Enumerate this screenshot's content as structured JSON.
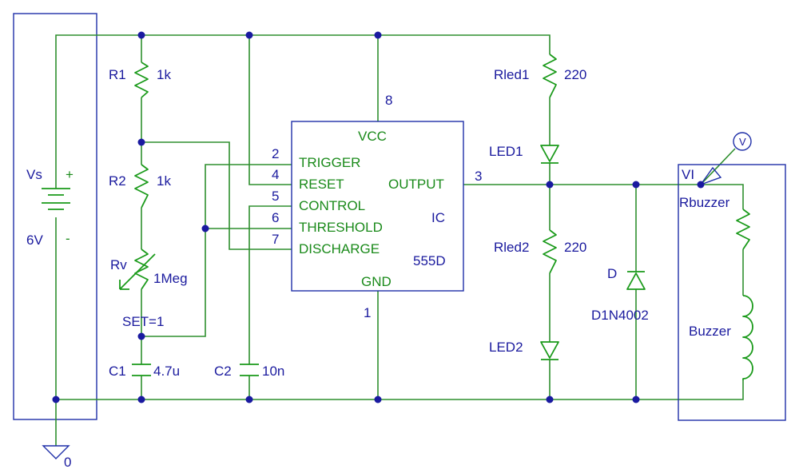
{
  "source": {
    "name": "Vs",
    "value": "6V",
    "plus": "+",
    "minus": "-"
  },
  "ground": {
    "label": "0"
  },
  "resistors": {
    "r1": {
      "name": "R1",
      "value": "1k"
    },
    "r2": {
      "name": "R2",
      "value": "1k"
    },
    "rv": {
      "name": "Rv",
      "value": "1Meg",
      "set": "SET=1"
    },
    "rled1": {
      "name": "Rled1",
      "value": "220"
    },
    "rled2": {
      "name": "Rled2",
      "value": "220"
    },
    "rbuzzer": {
      "name": "Rbuzzer"
    }
  },
  "capacitors": {
    "c1": {
      "name": "C1",
      "value": "4.7u"
    },
    "c2": {
      "name": "C2",
      "value": "10n"
    }
  },
  "ic": {
    "name": "IC",
    "part": "555D",
    "vcc": "VCC",
    "gnd": "GND",
    "vcc_pin": "8",
    "gnd_pin": "1",
    "output": {
      "pin": "3",
      "label": "OUTPUT"
    },
    "inputs": [
      {
        "pin": "2",
        "label": "TRIGGER"
      },
      {
        "pin": "4",
        "label": "RESET"
      },
      {
        "pin": "5",
        "label": "CONTROL"
      },
      {
        "pin": "6",
        "label": "THRESHOLD"
      },
      {
        "pin": "7",
        "label": "DISCHARGE"
      }
    ]
  },
  "leds": {
    "led1": {
      "name": "LED1"
    },
    "led2": {
      "name": "LED2"
    }
  },
  "diode": {
    "name": "D",
    "part": "D1N4002"
  },
  "buzzer": {
    "name": "Buzzer",
    "probe_label": "VI",
    "probe_symbol": "V"
  },
  "colors": {
    "wire": "#2f8f2f",
    "label": "#1a1a9e",
    "pin_text": "#1a8a1a",
    "junction": "#1a1aa0",
    "background": "#ffffff"
  }
}
